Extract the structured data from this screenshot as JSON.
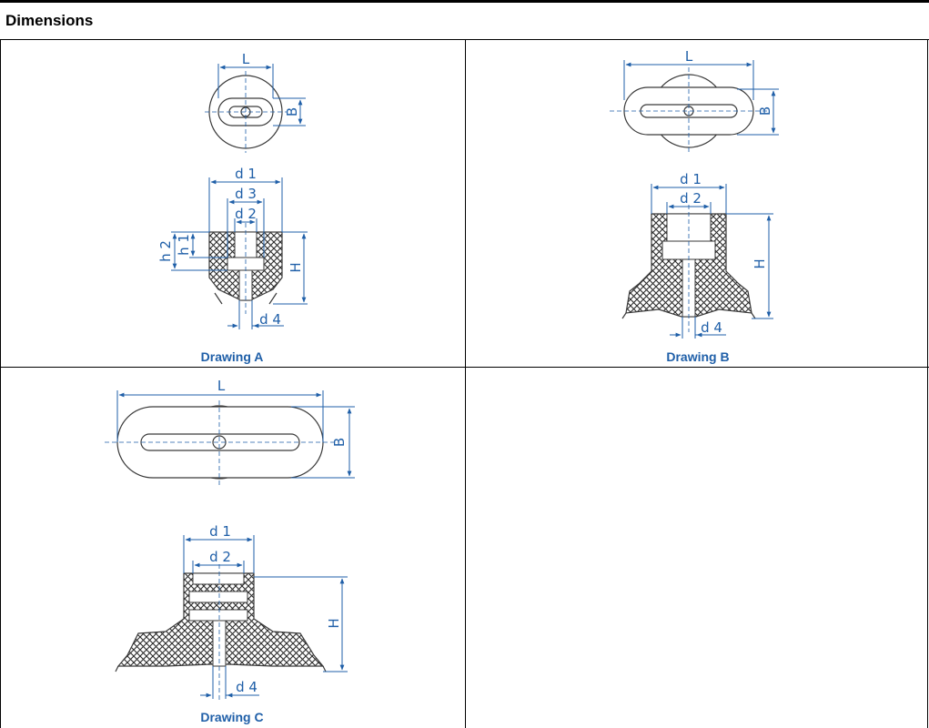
{
  "heading": "Dimensions",
  "captions": {
    "a": "Drawing A",
    "b": "Drawing B",
    "c": "Drawing C"
  },
  "labels": {
    "L": "L",
    "B": "B",
    "H": "H",
    "d1": "d 1",
    "d2": "d 2",
    "d3": "d 3",
    "d4": "d 4",
    "h1": "h 1",
    "h2": "h 2"
  },
  "colors": {
    "dimension": "#1f5fa8",
    "outline": "#3a3a3a",
    "hatch_fill": "#2b2b2b",
    "rule": "#000000"
  }
}
